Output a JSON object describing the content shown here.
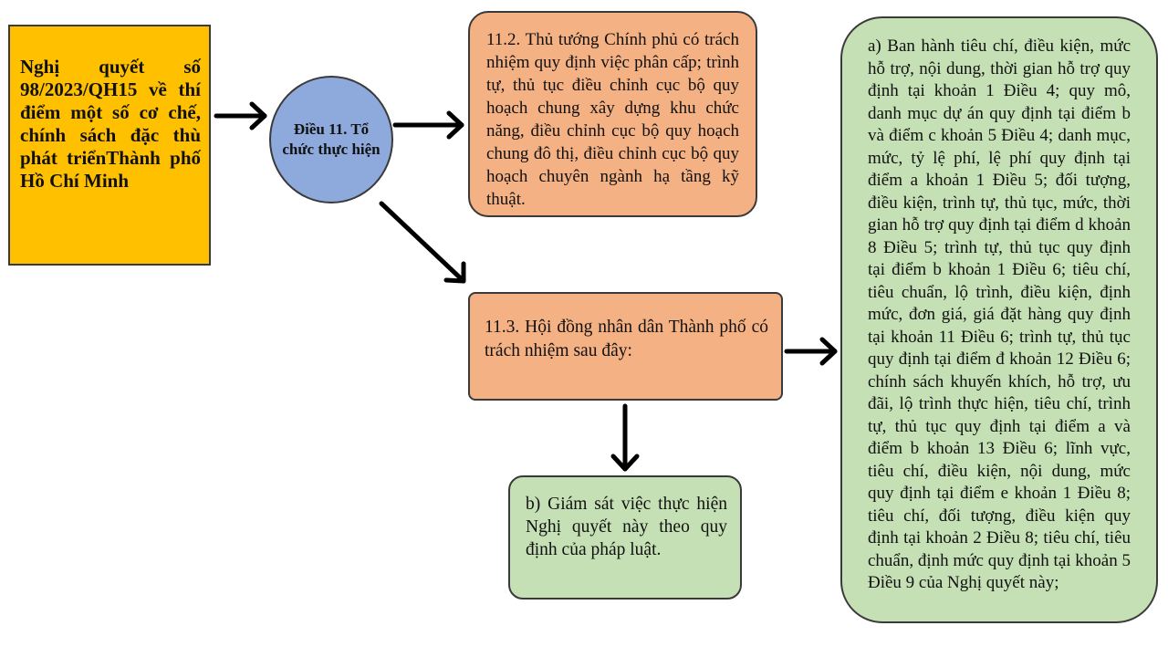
{
  "resolution": "Nghị quyết số 98/2023/QH15 về thí điểm một số cơ chế, chính sách đặc thù phát triểnThành phố Hồ Chí Minh",
  "article": "Điều 11. Tổ chức thực hiện",
  "clause_11_2": "11.2. Thủ tướng Chính phủ có trách nhiệm quy định việc phân cấp; trình tự, thủ tục điều chỉnh cục bộ quy hoạch chung xây dựng khu chức năng, điều chỉnh cục bộ quy hoạch chung đô thị, điều chỉnh cục bộ quy hoạch chuyên ngành hạ tầng kỹ thuật.",
  "clause_11_3": "11.3. Hội đồng nhân dân Thành phố có trách nhiệm sau đây:",
  "item_b": "b) Giám sát việc thực hiện Nghị quyết này theo quy định của pháp luật.",
  "item_a": "a) Ban hành tiêu chí, điều kiện, mức hỗ trợ, nội dung, thời gian hỗ trợ quy định tại khoản 1 Điều 4; quy mô, danh mục dự án quy định tại điểm b và điểm c khoản 5 Điều 4; danh mục, mức, tỷ lệ phí, lệ phí quy định tại điểm a khoản 1 Điều 5; đối tượng, điều kiện, trình tự, thủ tục, mức, thời gian hỗ trợ quy định tại điểm d khoản 8 Điều 5; trình tự, thủ tục quy định tại điểm b khoản 1 Điều 6; tiêu chí, tiêu chuẩn, lộ trình, điều kiện, định mức, đơn giá, giá đặt hàng quy định tại khoản 11 Điều 6; trình tự, thủ tục quy định tại điểm đ khoản 12 Điều 6; chính sách khuyến khích, hỗ trợ, ưu đãi, lộ trình thực hiện, tiêu chí, trình tự, thủ tục quy định tại điểm a và điểm b khoản 13 Điều 6; lĩnh vực, tiêu chí, điều kiện, nội dung, mức quy định tại điểm e khoản 1 Điều 8; tiêu chí, đối tượng, điều kiện quy định tại khoản 2 Điều 8; tiêu chí, tiêu chuẩn, định mức quy định tại khoản 5 Điều 9 của Nghị quyết này;",
  "colors": {
    "yellow": "#FFC000",
    "blue": "#8EA9DB",
    "orange": "#F4B183",
    "green": "#C5E0B4"
  }
}
